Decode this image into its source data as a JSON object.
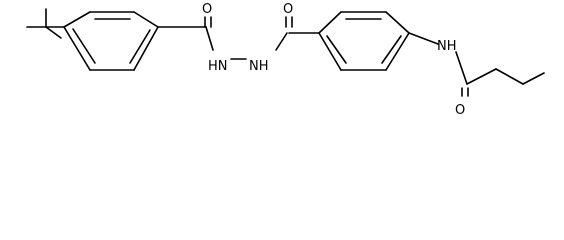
{
  "labels": {
    "o1": "O",
    "hn_left": "HN",
    "nh_right": "NH",
    "o2": "O",
    "nh_amide": "NH",
    "o3": "O"
  },
  "colors": {
    "line": "#000000",
    "background": "#ffffff"
  }
}
